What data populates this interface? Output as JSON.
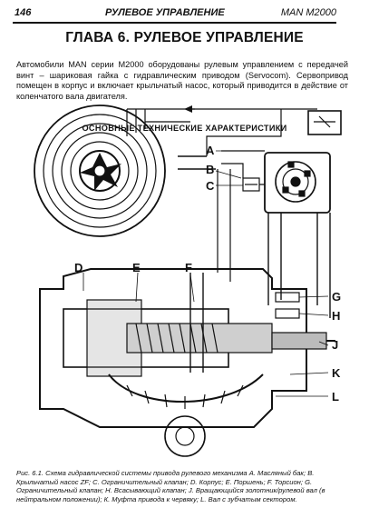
{
  "header": {
    "page_number": "146",
    "running_title": "РУЛЕВОЕ УПРАВЛЕНИЕ",
    "running_right": "MAN M2000"
  },
  "chapter_title": "ГЛАВА 6. РУЛЕВОЕ УПРАВЛЕНИЕ",
  "intro_text": "Автомобили MAN серии M2000 оборудованы рулевым управлением с передачей винт – шариковая гайка с гидравлическим приводом (Servocom). Сервопривод помещен в корпус и включает крыльчатый насос, который приводится в действие от коленчатого вала двигателя.",
  "section_heading": "ОСНОВНЫЕ ТЕХНИЧЕСКИЕ ХАРАКТЕРИСТИКИ",
  "figure": {
    "callouts": [
      "A",
      "B",
      "C",
      "D",
      "E",
      "F",
      "G",
      "H",
      "J",
      "K",
      "L"
    ],
    "caption": "Рис. 6.1. Схема гидравлической системы привода рулевого механизма А. Масляный бак; В. Крыльчатый насос ZF; С. Ограничительный клапан; D. Корпус; Е. Поршень; F. Торсион; G. Ограничительный клапан; Н. Всасывающий клапан; J. Вращающийся золотник/рулевой вал (в нейтральном положении); К. Муфта привода к червяку; L. Вал с зубчатым сектором."
  }
}
